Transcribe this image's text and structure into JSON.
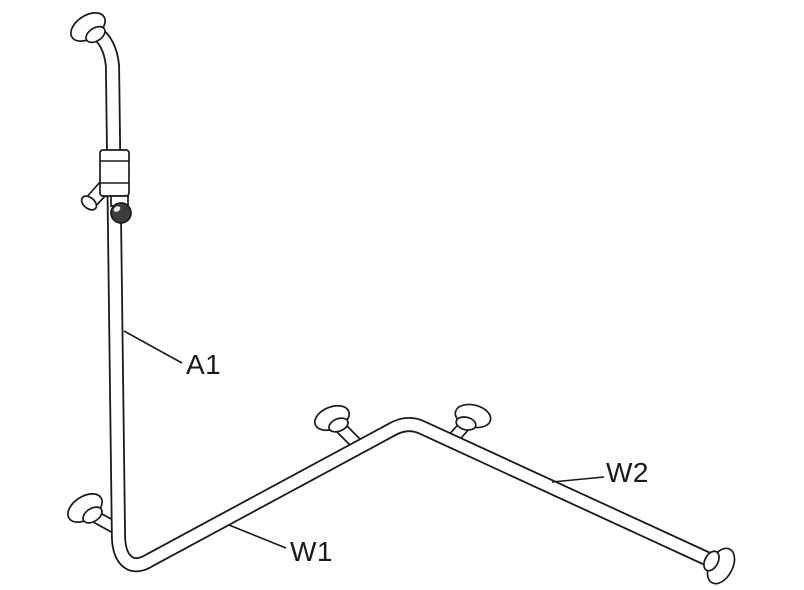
{
  "diagram": {
    "labels": {
      "a1": "A1",
      "w1": "W1",
      "w2": "W2"
    },
    "colors": {
      "line": "#1a1a1a",
      "background": "#ffffff",
      "knob": "#3d3d3d"
    }
  }
}
